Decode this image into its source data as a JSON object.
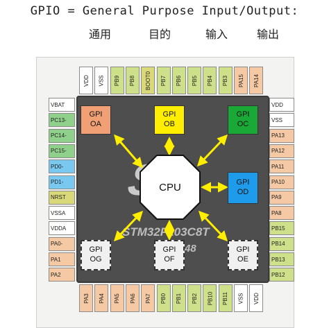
{
  "heading": "GPIO = General Purpose Input/Output:",
  "subheading": [
    "通用",
    "目的",
    "输入",
    "输出"
  ],
  "chip": {
    "line1": "STM32F103C8T",
    "line2": "LQFP48",
    "logo": "ST"
  },
  "cpu": {
    "label": "CPU"
  },
  "ports": [
    {
      "line1": "GPI",
      "line2": "OA",
      "color": "#f0a074",
      "style": "solid"
    },
    {
      "line1": "GPI",
      "line2": "OB",
      "color": "#ffee00",
      "style": "solid"
    },
    {
      "line1": "GPI",
      "line2": "OC",
      "color": "#1aa836",
      "style": "solid"
    },
    {
      "line1": "GPI",
      "line2": "OD",
      "color": "#1e9bea",
      "style": "solid"
    },
    {
      "line1": "GPI",
      "line2": "OE",
      "color": "#f0f0f0",
      "style": "dashed"
    },
    {
      "line1": "GPI",
      "line2": "OF",
      "color": "#f0f0f0",
      "style": "dashed"
    },
    {
      "line1": "GPI",
      "line2": "OG",
      "color": "#f0f0f0",
      "style": "dashed"
    }
  ],
  "pins": {
    "top": [
      {
        "label": "VDD",
        "color": "#ffffff"
      },
      {
        "label": "VSS",
        "color": "#ffffff"
      },
      {
        "label": "PB9",
        "color": "#cfe08a"
      },
      {
        "label": "PB8",
        "color": "#cfe08a"
      },
      {
        "label": "BOOT0",
        "color": "#d9d97a"
      },
      {
        "label": "PB7",
        "color": "#cfe08a"
      },
      {
        "label": "PB6",
        "color": "#cfe08a"
      },
      {
        "label": "PB5",
        "color": "#cfe08a"
      },
      {
        "label": "PB4",
        "color": "#cfe08a"
      },
      {
        "label": "PB3",
        "color": "#cfe08a"
      },
      {
        "label": "PA15",
        "color": "#f4c9a3"
      },
      {
        "label": "PA14",
        "color": "#f4c9a3"
      }
    ],
    "left": [
      {
        "label": "VBAT",
        "color": "#ffffff"
      },
      {
        "label": "PC13-",
        "color": "#8fd08a"
      },
      {
        "label": "PC14-",
        "color": "#8fd08a"
      },
      {
        "label": "PC15-",
        "color": "#8fd08a"
      },
      {
        "label": "PD0-",
        "color": "#78c8f0"
      },
      {
        "label": "PD1-",
        "color": "#78c8f0"
      },
      {
        "label": "NRST",
        "color": "#d9d97a"
      },
      {
        "label": "VSSA",
        "color": "#ffffff"
      },
      {
        "label": "VDDA",
        "color": "#ffffff"
      },
      {
        "label": "PA0-",
        "color": "#f4c9a3"
      },
      {
        "label": "PA1",
        "color": "#f4c9a3"
      },
      {
        "label": "PA2",
        "color": "#f4c9a3"
      }
    ],
    "right": [
      {
        "label": "VDD",
        "color": "#ffffff"
      },
      {
        "label": "VSS",
        "color": "#ffffff"
      },
      {
        "label": "PA13",
        "color": "#f4c9a3"
      },
      {
        "label": "PA12",
        "color": "#f4c9a3"
      },
      {
        "label": "PA11",
        "color": "#f4c9a3"
      },
      {
        "label": "PA10",
        "color": "#f4c9a3"
      },
      {
        "label": "PA9",
        "color": "#f4c9a3"
      },
      {
        "label": "PA8",
        "color": "#f4c9a3"
      },
      {
        "label": "PB15",
        "color": "#cfe08a"
      },
      {
        "label": "PB14",
        "color": "#cfe08a"
      },
      {
        "label": "PB13",
        "color": "#cfe08a"
      },
      {
        "label": "PB12",
        "color": "#cfe08a"
      }
    ],
    "bottom": [
      {
        "label": "PA3",
        "color": "#f4c9a3"
      },
      {
        "label": "PA4",
        "color": "#f4c9a3"
      },
      {
        "label": "PA5",
        "color": "#f4c9a3"
      },
      {
        "label": "PA6",
        "color": "#f4c9a3"
      },
      {
        "label": "PA7",
        "color": "#f4c9a3"
      },
      {
        "label": "PB0",
        "color": "#cfe08a"
      },
      {
        "label": "PB1",
        "color": "#cfe08a"
      },
      {
        "label": "PB2",
        "color": "#cfe08a"
      },
      {
        "label": "PB10",
        "color": "#cfe08a"
      },
      {
        "label": "PB11",
        "color": "#cfe08a"
      },
      {
        "label": "VSS",
        "color": "#ffffff"
      },
      {
        "label": "VDD",
        "color": "#ffffff"
      }
    ]
  }
}
